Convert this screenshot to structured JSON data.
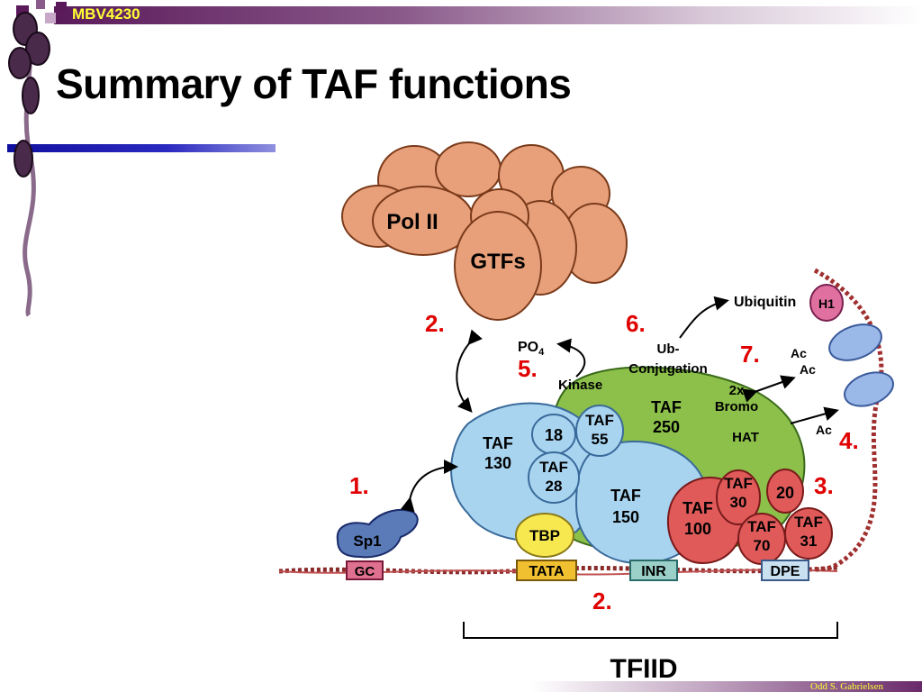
{
  "header": {
    "course": "MBV4230"
  },
  "slide": {
    "title": "Summary of TAF functions"
  },
  "footer": {
    "author": "Odd S. Gabrielsen"
  },
  "diagram": {
    "pol2": "Pol II",
    "gtfs": "GTFs",
    "ubiquitin": "Ubiquitin",
    "h1": "H1",
    "po4": "PO",
    "po4_sub": "4",
    "kinase": "Kinase",
    "ubconj1": "Ub-",
    "ubconj2": "Conjugation",
    "bromo1": "2x",
    "bromo2": "Bromo",
    "hat": "HAT",
    "ac1": "Ac",
    "ac2": "Ac",
    "ac3": "Ac",
    "taf250_a": "TAF",
    "taf250_b": "250",
    "taf130_a": "TAF",
    "taf130_b": "130",
    "t18": "18",
    "taf55_a": "TAF",
    "taf55_b": "55",
    "taf28_a": "TAF",
    "taf28_b": "28",
    "taf150_a": "TAF",
    "taf150_b": "150",
    "taf100_a": "TAF",
    "taf100_b": "100",
    "taf30_a": "TAF",
    "taf30_b": "30",
    "t20": "20",
    "taf70_a": "TAF",
    "taf70_b": "70",
    "taf31_a": "TAF",
    "taf31_b": "31",
    "tbp": "TBP",
    "sp1": "Sp1",
    "gc": "GC",
    "tata": "TATA",
    "inr": "INR",
    "dpe": "DPE",
    "tfiid": "TFIID",
    "n1": "1.",
    "n2a": "2.",
    "n2b": "2.",
    "n3": "3.",
    "n4": "4.",
    "n5": "5.",
    "n6": "6.",
    "n7": "7."
  }
}
